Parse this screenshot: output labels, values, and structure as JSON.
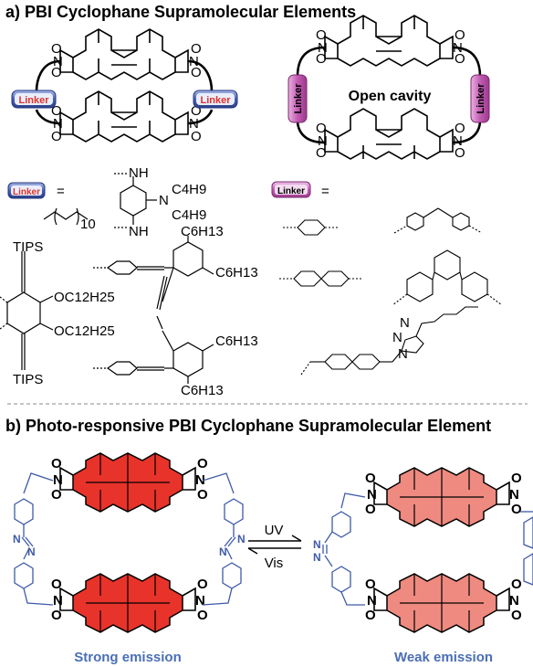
{
  "section_a": {
    "title": "a) PBI Cyclophane Supramolecular Elements",
    "linker_label": "Linker",
    "equals": "=",
    "open_cavity": "Open cavity",
    "alkyl_repeat": "10",
    "triazine_substituent": {
      "nh_top": "NH",
      "nh_bottom": "NH",
      "n": "N",
      "c4h9_a": "C4H9",
      "c4h9_b": "C4H9"
    },
    "tips_top": "TIPS",
    "tips_bottom": "TIPS",
    "oc12_a": "OC12H25",
    "oc12_b": "OC12H25",
    "c6h13": [
      "C6H13",
      "C6H13",
      "C6H13",
      "C6H13"
    ],
    "triazole_n": [
      "N",
      "N",
      "N"
    ]
  },
  "section_b": {
    "title": "b) Photo-responsive PBI Cyclophane Supramolecular Element",
    "uv_label": "UV",
    "vis_label": "Vis",
    "strong_emission": "Strong emission",
    "weak_emission": "Weak emission",
    "atom_o": "O",
    "atom_n": "N"
  },
  "colors": {
    "linker_blue": "#3b56a6",
    "linker_pink": "#c25bb3",
    "linker_text_red": "#e0342c",
    "pbi_red_strong": "#e8332a",
    "pbi_red_weak": "#ef8a80",
    "azo_blue": "#3f5aa8",
    "divider": "#888888"
  }
}
